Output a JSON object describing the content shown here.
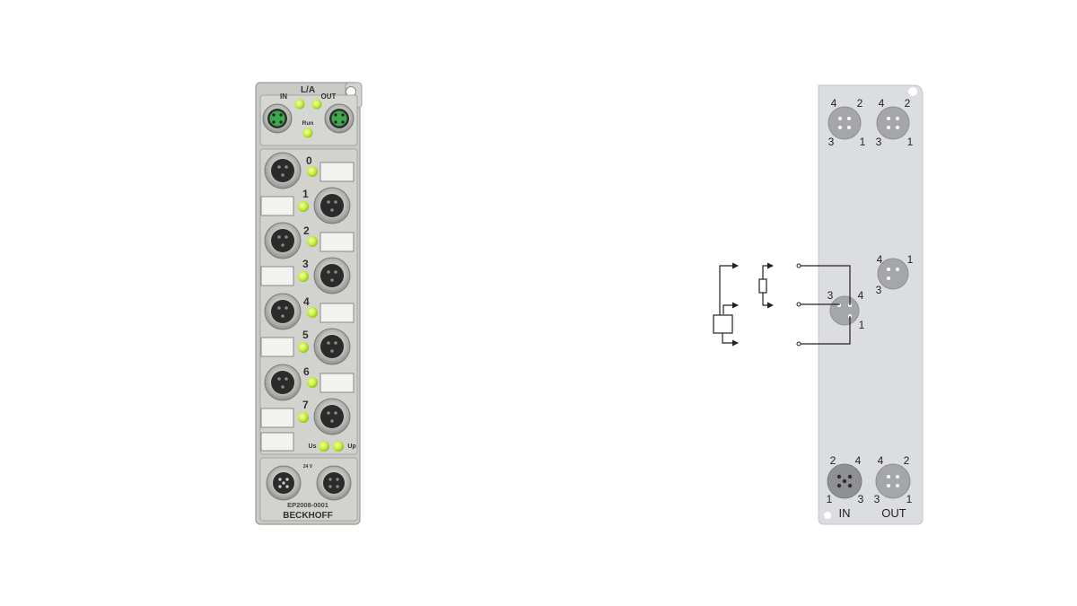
{
  "device": {
    "label_in": "IN",
    "label_la": "L/A",
    "label_out": "OUT",
    "label_run": "Run",
    "label_24v": "24 V",
    "label_us": "Us",
    "label_up": "Up",
    "model": "EP2008-0001",
    "brand": "BECKHOFF",
    "channels": [
      "0",
      "1",
      "2",
      "3",
      "4",
      "5",
      "6",
      "7"
    ],
    "led_color": "#c8f03a",
    "ethercat_color": "#3aaa4a"
  },
  "diagram": {
    "top_left": {
      "p4": "4",
      "p2": "2",
      "p3": "3",
      "p1": "1"
    },
    "top_right": {
      "p4": "4",
      "p2": "2",
      "p3": "3",
      "p1": "1"
    },
    "io_connector": {
      "p3": "3",
      "p4": "4",
      "p1": "1"
    },
    "side_connector": {
      "p4": "4",
      "p1": "1",
      "p3": "3"
    },
    "bottom_in": {
      "p2": "2",
      "p4": "4",
      "p1": "1",
      "p3": "3",
      "label": "IN"
    },
    "bottom_out": {
      "p4": "4",
      "p2": "2",
      "p3": "3",
      "p1": "1",
      "label": "OUT"
    }
  }
}
